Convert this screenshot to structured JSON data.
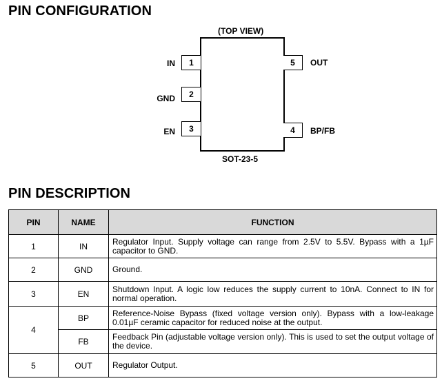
{
  "pin_configuration": {
    "heading": "PIN CONFIGURATION",
    "view_label": "(TOP VIEW)",
    "package_label": "SOT-23-5",
    "pins": [
      {
        "number": "1",
        "name": "IN"
      },
      {
        "number": "2",
        "name": "GND"
      },
      {
        "number": "3",
        "name": "EN"
      },
      {
        "number": "4",
        "name": "BP/FB"
      },
      {
        "number": "5",
        "name": "OUT"
      }
    ]
  },
  "pin_description": {
    "heading": "PIN DESCRIPTION",
    "columns": [
      "PIN",
      "NAME",
      "FUNCTION"
    ],
    "rows": [
      {
        "pin": "1",
        "name": "IN",
        "function": "Regulator Input. Supply voltage can range from 2.5V to 5.5V. Bypass with a 1µF capacitor to GND."
      },
      {
        "pin": "2",
        "name": "GND",
        "function": "Ground."
      },
      {
        "pin": "3",
        "name": "EN",
        "function": "Shutdown Input. A logic low reduces the supply current to 10nA. Connect to IN for normal operation."
      },
      {
        "pin": "4",
        "name": "BP",
        "function": "Reference-Noise Bypass (fixed voltage version only). Bypass with a low-leakage 0.01µF ceramic capacitor for reduced noise at the output."
      },
      {
        "pin": "4",
        "name": "FB",
        "function": "Feedback Pin (adjustable voltage version only). This is used to set the output voltage of the device."
      },
      {
        "pin": "5",
        "name": "OUT",
        "function": "Regulator Output."
      }
    ]
  }
}
